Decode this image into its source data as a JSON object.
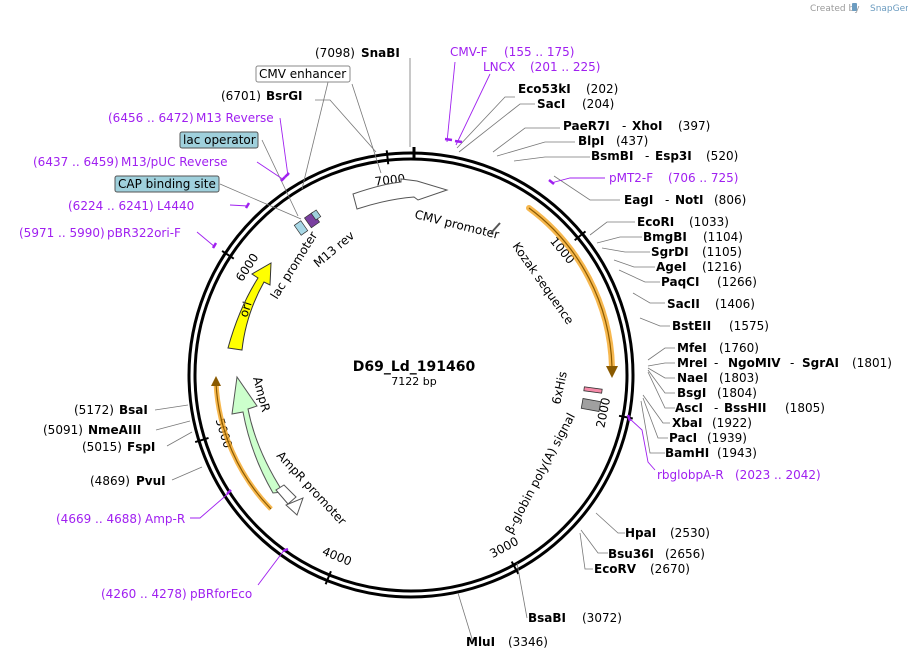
{
  "credit": {
    "prefix": "Created by",
    "brand": "SnapGene"
  },
  "plasmid": {
    "name": "D69_Ld_191460",
    "size": "7122 bp"
  },
  "ticks": [
    {
      "label": "1000",
      "bp": 1000
    },
    {
      "label": "2000",
      "bp": 2000
    },
    {
      "label": "3000",
      "bp": 3000
    },
    {
      "label": "4000",
      "bp": 4000
    },
    {
      "label": "5000",
      "bp": 5000
    },
    {
      "label": "6000",
      "bp": 6000
    },
    {
      "label": "7000",
      "bp": 7000
    }
  ],
  "enzymes": [
    {
      "name": "SnaBI",
      "pos": "(7098)"
    },
    {
      "name": "BsrGI",
      "pos": "(6701)"
    },
    {
      "name": "Eco53kI",
      "pos": "(202)"
    },
    {
      "name": "SacI",
      "pos": "(204)"
    },
    {
      "name": "PaeR7I",
      "name2": "XhoI",
      "pos": "(397)"
    },
    {
      "name": "BlpI",
      "pos": "(437)"
    },
    {
      "name": "BsmBI",
      "name2": "Esp3I",
      "pos": "(520)"
    },
    {
      "name": "EagI",
      "name2": "NotI",
      "pos": "(806)"
    },
    {
      "name": "EcoRI",
      "pos": "(1033)"
    },
    {
      "name": "BmgBI",
      "pos": "(1104)"
    },
    {
      "name": "SgrDI",
      "pos": "(1105)"
    },
    {
      "name": "AgeI",
      "pos": "(1216)"
    },
    {
      "name": "PaqCI",
      "pos": "(1266)"
    },
    {
      "name": "SacII",
      "pos": "(1406)"
    },
    {
      "name": "BstEII",
      "pos": "(1575)"
    },
    {
      "name": "MfeI",
      "pos": "(1760)"
    },
    {
      "name": "MreI",
      "name2": "NgoMIV",
      "name3": "SgrAI",
      "pos": "(1801)"
    },
    {
      "name": "NaeI",
      "pos": "(1803)"
    },
    {
      "name": "BsgI",
      "pos": "(1804)"
    },
    {
      "name": "AscI",
      "name2": "BssHII",
      "pos": "(1805)"
    },
    {
      "name": "XbaI",
      "pos": "(1922)"
    },
    {
      "name": "PacI",
      "pos": "(1939)"
    },
    {
      "name": "BamHI",
      "pos": "(1943)"
    },
    {
      "name": "HpaI",
      "pos": "(2530)"
    },
    {
      "name": "Bsu36I",
      "pos": "(2656)"
    },
    {
      "name": "EcoRV",
      "pos": "(2670)"
    },
    {
      "name": "BsaBI",
      "pos": "(3072)"
    },
    {
      "name": "MluI",
      "pos": "(3346)"
    },
    {
      "name": "PvuI",
      "pos": "(4869)"
    },
    {
      "name": "FspI",
      "pos": "(5015)"
    },
    {
      "name": "NmeAIII",
      "pos": "(5091)"
    },
    {
      "name": "BsaI",
      "pos": "(5172)"
    }
  ],
  "primers": [
    {
      "name": "CMV-F",
      "range": "(155 .. 175)"
    },
    {
      "name": "LNCX",
      "range": "(201 .. 225)"
    },
    {
      "name": "pMT2-F",
      "range": "(706 .. 725)"
    },
    {
      "name": "rbglobpA-R",
      "range": "(2023 .. 2042)"
    },
    {
      "name": "Amp-R",
      "range": "(4669 .. 4688)"
    },
    {
      "name": "pBRforEco",
      "range": "(4260 .. 4278)"
    },
    {
      "name": "pBR322ori-F",
      "range": "(5971 .. 5990)"
    },
    {
      "name": "L4440",
      "range": "(6224 .. 6241)"
    },
    {
      "name": "M13/pUC Reverse",
      "range": "(6437 .. 6459)"
    },
    {
      "name": "M13 Reverse",
      "range": "(6456 .. 6472)"
    }
  ],
  "boxed_features": [
    {
      "name": "CMV enhancer"
    },
    {
      "name": "lac operator"
    },
    {
      "name": "CAP binding site"
    }
  ],
  "features": [
    {
      "name": "CMV promoter"
    },
    {
      "name": "Kozak sequence"
    },
    {
      "name": "6xHis"
    },
    {
      "name": "β-globin poly(A) signal"
    },
    {
      "name": "AmpR promoter"
    },
    {
      "name": "AmpR"
    },
    {
      "name": "ori"
    },
    {
      "name": "lac promoter"
    },
    {
      "name": "M13 rev"
    }
  ],
  "colors": {
    "primer": "#a020f0",
    "orf_outline": "#f5a623",
    "ori": "#ffff00",
    "ampr": "#ccffcc",
    "box_fill": "#9fd0dc",
    "grey_feature": "#a0a0a0"
  }
}
